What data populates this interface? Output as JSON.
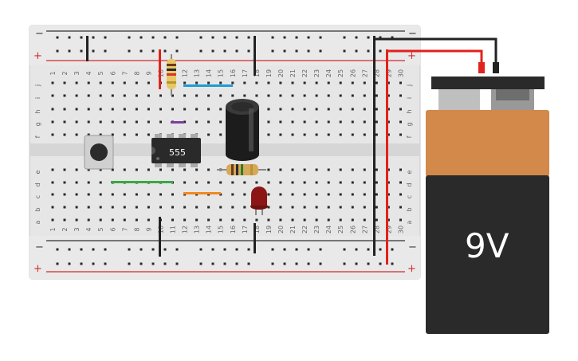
{
  "breadboard": {
    "rail_minus": "−",
    "rail_plus": "+",
    "row_letters_top": [
      "j",
      "i",
      "h",
      "g",
      "f"
    ],
    "row_letters_bottom": [
      "e",
      "d",
      "c",
      "b",
      "a"
    ],
    "column_numbers": [
      "1",
      "2",
      "3",
      "4",
      "5",
      "6",
      "7",
      "8",
      "9",
      "10",
      "11",
      "12",
      "13",
      "14",
      "15",
      "16",
      "17",
      "18",
      "19",
      "20",
      "21",
      "22",
      "23",
      "24",
      "25",
      "26",
      "27",
      "28",
      "29",
      "30"
    ]
  },
  "chip": {
    "label": "555"
  },
  "battery": {
    "label": "9V"
  },
  "colors": {
    "board": "#e6e6e6",
    "rail_red": "#d42a2a",
    "rail_black": "#333333",
    "hole": "#2a2a2a",
    "wire_black": "#222222",
    "wire_red": "#e0231c",
    "wire_blue": "#1e9bd6",
    "wire_green": "#3aa843",
    "wire_orange": "#f08a24",
    "wire_purple": "#7a3fa0",
    "battery_copper": "#d2894a",
    "battery_black": "#2a2a2a",
    "led": "#8c1515"
  },
  "components": [
    "pushbutton-switch",
    "555-timer-chip",
    "electrolytic-capacitor",
    "resistor-vertical",
    "resistor-horizontal",
    "red-led",
    "9v-battery"
  ]
}
